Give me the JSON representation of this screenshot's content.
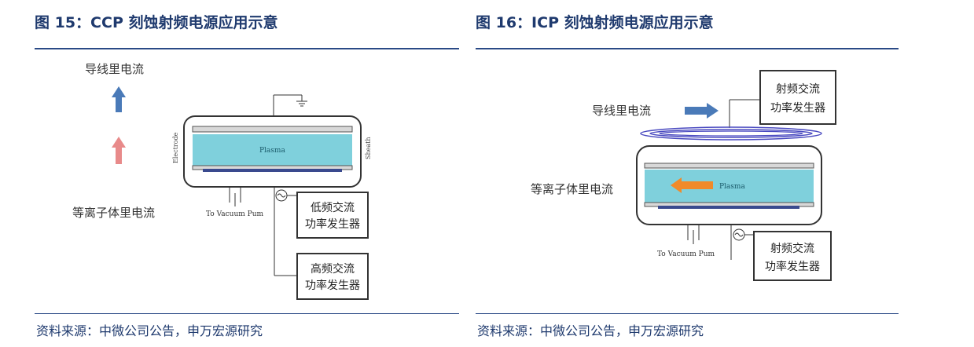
{
  "left": {
    "title": "图 15：CCP 刻蚀射频电源应用示意",
    "source": "资料来源：中微公司公告，申万宏源研究",
    "wire_current": "导线里电流",
    "plasma_current": "等离子体里电流",
    "plasma": "Plasma",
    "electrode": "Electrode",
    "sheath": "Sheath",
    "vacuum": "To Vacuum Pum",
    "lf_line1": "低频交流",
    "lf_line2": "功率发生器",
    "hf_line1": "高频交流",
    "hf_line2": "功率发生器"
  },
  "right": {
    "title": "图 16：ICP 刻蚀射频电源应用示意",
    "source": "资料来源：中微公司公告，申万宏源研究",
    "wire_current": "导线里电流",
    "plasma_current": "等离子体里电流",
    "plasma": "Plasma",
    "vacuum": "To Vacuum Pum",
    "rf_top_line1": "射频交流",
    "rf_top_line2": "功率发生器",
    "rf_bot_line1": "射频交流",
    "rf_bot_line2": "功率发生器"
  },
  "colors": {
    "title": "#1f3a6e",
    "plasma": "#7fd0dc",
    "arrow_blue": "#4a7ab8",
    "arrow_pink": "#e88a8a",
    "arrow_orange": "#f08a2a",
    "coil": "#4a4ac0"
  }
}
